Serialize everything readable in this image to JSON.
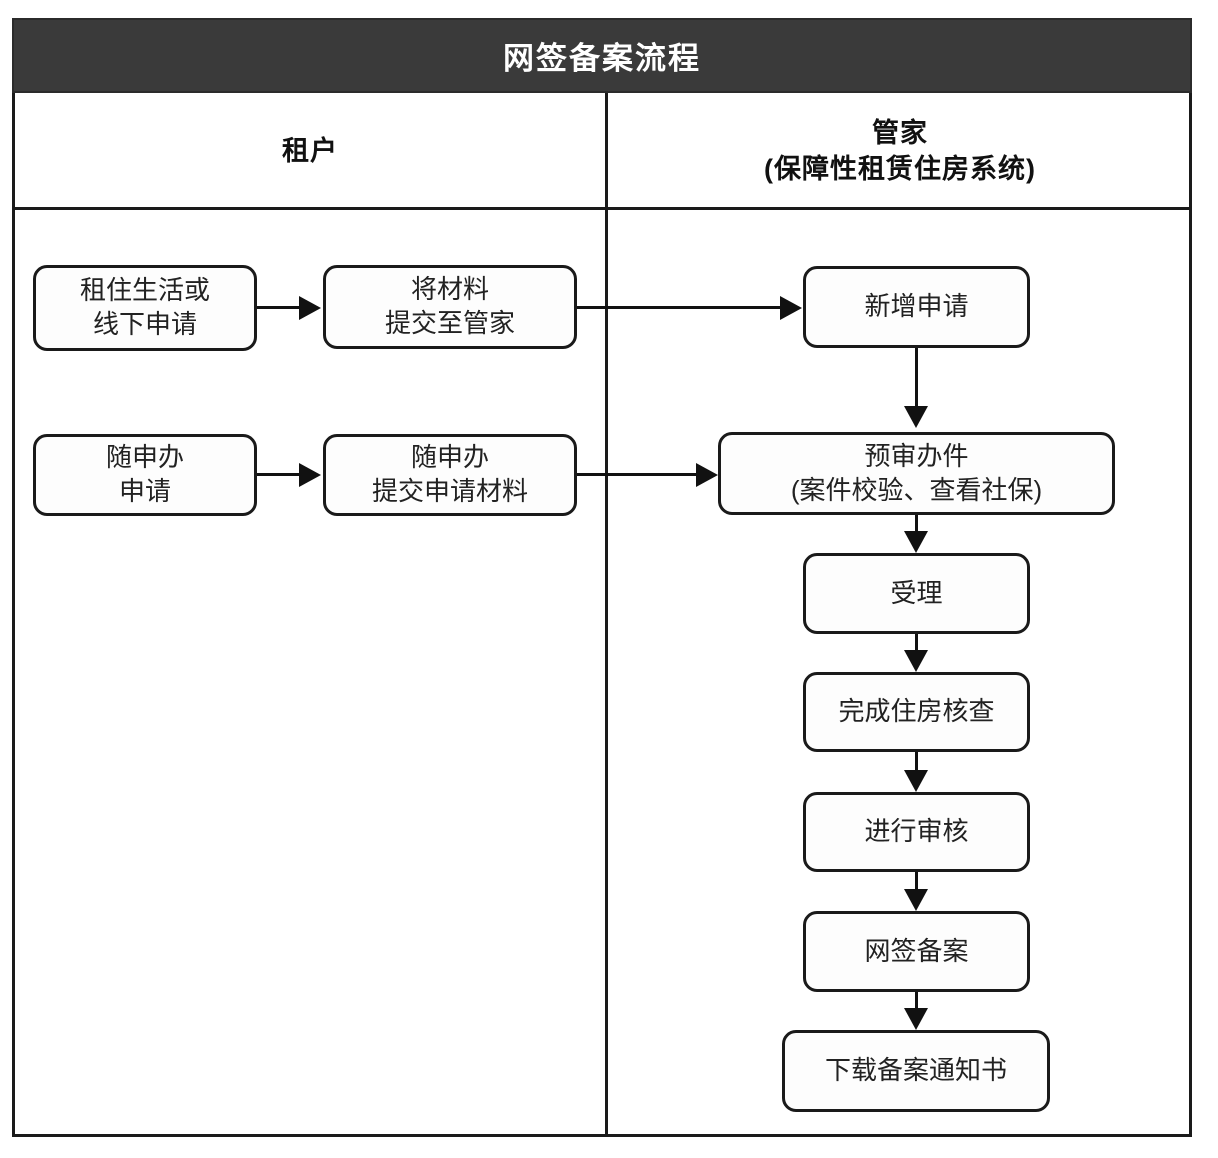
{
  "banner": {
    "title": "网签备案流程"
  },
  "lanes": [
    {
      "id": "tenant",
      "lines": [
        "租户"
      ]
    },
    {
      "id": "steward",
      "lines": [
        "管家",
        "(保障性租赁住房系统)"
      ]
    }
  ],
  "nodes": {
    "tenant_start_offline": {
      "lines": [
        "租住生活或",
        "线下申请"
      ]
    },
    "tenant_submit_steward": {
      "lines": [
        "将材料",
        "提交至管家"
      ]
    },
    "tenant_start_ssb": {
      "lines": [
        "随申办",
        "申请"
      ]
    },
    "tenant_submit_ssb": {
      "lines": [
        "随申办",
        "提交申请材料"
      ]
    },
    "new_application": {
      "lines": [
        "新增申请"
      ]
    },
    "pre_review": {
      "lines": [
        "预审办件",
        "(案件校验、查看社保)"
      ]
    },
    "accept": {
      "lines": [
        "受理"
      ]
    },
    "housing_check": {
      "lines": [
        "完成住房核查"
      ]
    },
    "review": {
      "lines": [
        "进行审核"
      ]
    },
    "online_filing": {
      "lines": [
        "网签备案"
      ]
    },
    "download_notice": {
      "lines": [
        "下载备案通知书"
      ]
    }
  },
  "connectors": [
    {
      "id": "offline-to-submit",
      "type": "arrow-right"
    },
    {
      "id": "submit-to-new-application",
      "type": "arrow-right"
    },
    {
      "id": "ssb-to-submit-ssb",
      "type": "arrow-right"
    },
    {
      "id": "submit-ssb-to-pre-review",
      "type": "arrow-right"
    },
    {
      "id": "new-application-to-pre-review",
      "type": "arrow-down"
    },
    {
      "id": "pre-review-to-accept",
      "type": "arrow-down"
    },
    {
      "id": "accept-to-housing-check",
      "type": "arrow-down"
    },
    {
      "id": "housing-check-to-review",
      "type": "arrow-down"
    },
    {
      "id": "review-to-online-filing",
      "type": "arrow-down"
    },
    {
      "id": "online-filing-to-download",
      "type": "arrow-down"
    }
  ],
  "colors": {
    "banner_bg": "#3a3a3a",
    "banner_text": "#ffffff",
    "line": "#1a1a1a",
    "node_bg": "#fdfdfd",
    "node_text": "#222222",
    "page_bg": "#ffffff"
  }
}
